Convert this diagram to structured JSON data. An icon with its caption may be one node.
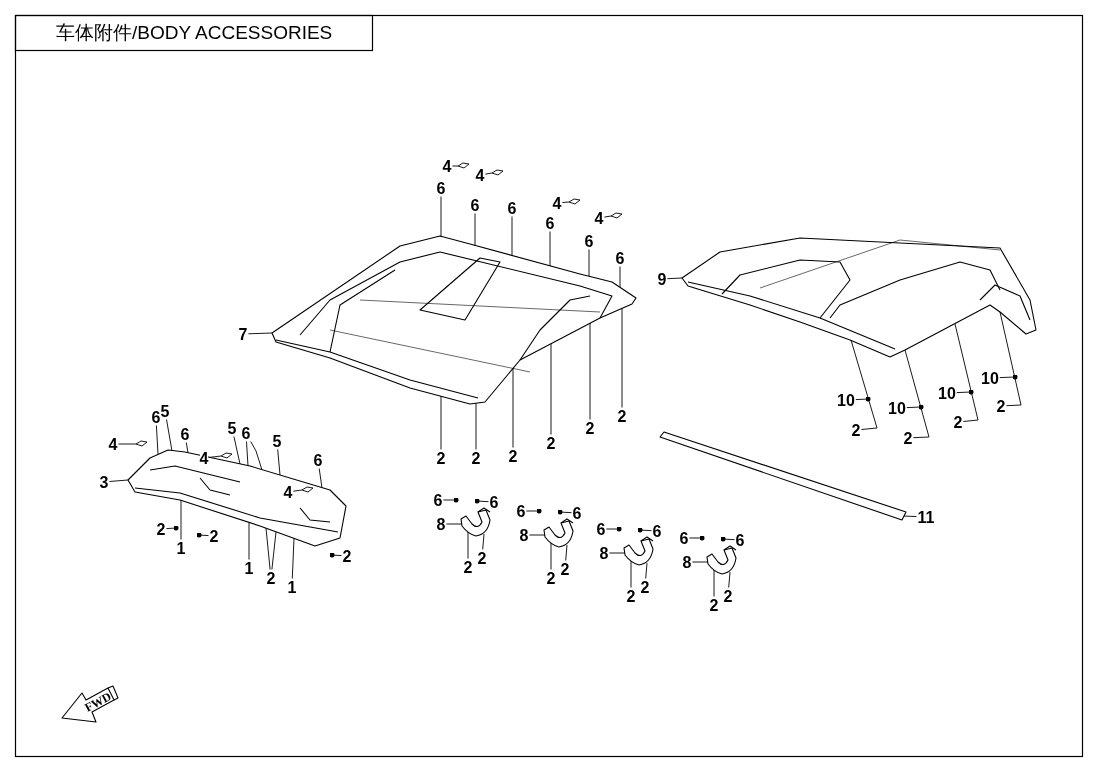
{
  "diagram": {
    "title": "车体附件/BODY ACCESSORIES",
    "nodes": [
      {
        "text": [
          "4"
        ]
      },
      {
        "text": [
          "4"
        ]
      },
      {
        "text": [
          "4"
        ]
      },
      {
        "text": [
          "4"
        ]
      },
      {
        "text": [
          "6"
        ]
      },
      {
        "text": [
          "6"
        ]
      },
      {
        "text": [
          "6"
        ]
      },
      {
        "text": [
          "6"
        ]
      },
      {
        "text": [
          "6"
        ]
      },
      {
        "text": [
          "6"
        ]
      },
      {
        "text": [
          "7"
        ]
      },
      {
        "text": [
          "2"
        ]
      },
      {
        "text": [
          "2"
        ]
      },
      {
        "text": [
          "2"
        ]
      },
      {
        "text": [
          "2"
        ]
      },
      {
        "text": [
          "2"
        ]
      },
      {
        "text": [
          "2"
        ]
      },
      {
        "text": [
          "9"
        ]
      },
      {
        "text": [
          "10"
        ]
      },
      {
        "text": [
          "2"
        ]
      },
      {
        "text": [
          "10"
        ]
      },
      {
        "text": [
          "2"
        ]
      },
      {
        "text": [
          "10"
        ]
      },
      {
        "text": [
          "2"
        ]
      },
      {
        "text": [
          "10"
        ]
      },
      {
        "text": [
          "2"
        ]
      },
      {
        "text": [
          "11"
        ]
      },
      {
        "text": [
          "6"
        ]
      },
      {
        "text": [
          "5"
        ]
      },
      {
        "text": [
          "4"
        ]
      },
      {
        "text": [
          "6"
        ]
      },
      {
        "text": [
          "5"
        ]
      },
      {
        "text": [
          "6"
        ]
      },
      {
        "text": [
          "4"
        ],
        "in": 67
      },
      {
        "text": [
          "3"
        ]
      },
      {
        "text": [
          "5"
        ]
      },
      {
        "text": [
          "6"
        ]
      },
      {
        "text": [
          "4"
        ],
        "in": 67
      },
      {
        "text": [
          "2"
        ]
      },
      {
        "text": [
          "1"
        ]
      },
      {
        "text": [
          "2"
        ]
      },
      {
        "text": [
          "1"
        ]
      },
      {
        "text": [
          "2"
        ]
      },
      {
        "text": [
          "1"
        ]
      },
      {
        "text": [
          "2"
        ]
      },
      {
        "text": [
          "6"
        ]
      },
      {
        "text": [
          "6"
        ]
      },
      {
        "text": [
          "8"
        ]
      },
      {
        "text": [
          "2"
        ]
      },
      {
        "text": [
          "2"
        ]
      },
      {
        "text": [
          "6"
        ]
      },
      {
        "text": [
          "6"
        ]
      },
      {
        "text": [
          "8"
        ]
      },
      {
        "text": [
          "2"
        ]
      },
      {
        "text": [
          "2"
        ]
      },
      {
        "text": [
          "6"
        ]
      },
      {
        "text": [
          "6"
        ]
      },
      {
        "text": [
          "8"
        ]
      },
      {
        "text": [
          "2"
        ]
      },
      {
        "text": [
          "2"
        ]
      },
      {
        "text": [
          "6"
        ]
      },
      {
        "text": [
          "6"
        ]
      },
      {
        "text": [
          "8"
        ]
      },
      {
        "text": [
          "2"
        ]
      },
      {
        "text": [
          "2"
        ]
      },
      {
        "text": [],
        "shape": "picture"
      },
      {
        "text": [],
        "shape": "picture"
      },
      {
        "text": [],
        "shape": "picture"
      },
      {
        "text": [],
        "shape": "bar"
      },
      {
        "text": [],
        "shape": "picture"
      },
      {
        "text": [],
        "shape": "picture"
      },
      {
        "text": [],
        "shape": "picture"
      },
      {
        "text": [],
        "shape": "picture"
      },
      {
        "text": [],
        "shape": "picture"
      },
      {
        "text": [],
        "shape": "picture"
      },
      {
        "text": [],
        "shape": "picture"
      },
      {
        "text": [],
        "shape": "picture"
      },
      {
        "text": [],
        "shape": "picture"
      },
      {
        "text": [],
        "shape": "picture"
      },
      {
        "text": [],
        "shape": "picture",
        "in": 67
      }
    ],
    "edges": [
      {
        "from": 0,
        "to": 73,
        "arrow": "none"
      },
      {
        "from": 1,
        "to": 74,
        "arrow": "none"
      },
      {
        "from": 2,
        "to": 75,
        "arrow": "none"
      },
      {
        "from": 3,
        "to": 76,
        "arrow": "none"
      },
      {
        "from": 4,
        "to": 65,
        "arrow": "none"
      },
      {
        "from": 5,
        "to": 65,
        "arrow": "none"
      },
      {
        "from": 6,
        "to": 65,
        "arrow": "none"
      },
      {
        "from": 7,
        "to": 65,
        "arrow": "none"
      },
      {
        "from": 8,
        "to": 65,
        "arrow": "none"
      },
      {
        "from": 9,
        "to": 65,
        "arrow": "none"
      },
      {
        "from": 10,
        "to": 65,
        "arrow": "none"
      },
      {
        "from": 11,
        "to": 65,
        "arrow": "none"
      },
      {
        "from": 12,
        "to": 65,
        "arrow": "none"
      },
      {
        "from": 13,
        "to": 65,
        "arrow": "none"
      },
      {
        "from": 14,
        "to": 65,
        "arrow": "none"
      },
      {
        "from": 15,
        "to": 65,
        "arrow": "none"
      },
      {
        "from": 16,
        "to": 65,
        "arrow": "none"
      },
      {
        "from": 17,
        "to": 66,
        "arrow": "none"
      },
      {
        "from": 18,
        "to": null,
        "arrow": "other"
      },
      {
        "from": 19,
        "to": 66,
        "arrow": "none"
      },
      {
        "from": 20,
        "to": null,
        "arrow": "other"
      },
      {
        "from": 21,
        "to": 66,
        "arrow": "none"
      },
      {
        "from": 22,
        "to": null,
        "arrow": "other"
      },
      {
        "from": 23,
        "to": 66,
        "arrow": "none"
      },
      {
        "from": 24,
        "to": null,
        "arrow": "other"
      },
      {
        "from": 25,
        "to": 66,
        "arrow": "none"
      },
      {
        "from": 26,
        "to": 68,
        "arrow": "none"
      },
      {
        "from": 27,
        "to": 67,
        "arrow": "none"
      },
      {
        "from": 28,
        "to": 67,
        "arrow": "none"
      },
      {
        "from": 29,
        "to": 77,
        "arrow": "none"
      },
      {
        "from": 30,
        "to": 67,
        "arrow": "none"
      },
      {
        "from": 31,
        "to": 67,
        "arrow": "none"
      },
      {
        "from": 32,
        "to": 67,
        "arrow": "none"
      },
      {
        "from": 32,
        "to": 67,
        "arrow": "none"
      },
      {
        "from": 33,
        "to": 78,
        "arrow": "none"
      },
      {
        "from": 34,
        "to": 67,
        "arrow": "none"
      },
      {
        "from": 35,
        "to": 67,
        "arrow": "none"
      },
      {
        "from": 36,
        "to": 67,
        "arrow": "none"
      },
      {
        "from": 37,
        "to": 79,
        "arrow": "none"
      },
      {
        "from": 38,
        "to": null,
        "arrow": "other"
      },
      {
        "from": 39,
        "to": 67,
        "arrow": "none"
      },
      {
        "from": 40,
        "to": null,
        "arrow": "other"
      },
      {
        "from": 41,
        "to": 67,
        "arrow": "none"
      },
      {
        "from": 42,
        "to": 67,
        "arrow": "none"
      },
      {
        "from": 42,
        "to": 67,
        "arrow": "none"
      },
      {
        "from": 43,
        "to": 67,
        "arrow": "none"
      },
      {
        "from": 44,
        "to": null,
        "arrow": "other"
      },
      {
        "from": 45,
        "to": null,
        "arrow": "other"
      },
      {
        "from": 46,
        "to": null,
        "arrow": "other"
      },
      {
        "from": 47,
        "to": 69,
        "arrow": "none"
      },
      {
        "from": 48,
        "to": 69,
        "arrow": "none"
      },
      {
        "from": 49,
        "to": 69,
        "arrow": "none"
      },
      {
        "from": 50,
        "to": null,
        "arrow": "other"
      },
      {
        "from": 51,
        "to": null,
        "arrow": "other"
      },
      {
        "from": 52,
        "to": 70,
        "arrow": "none"
      },
      {
        "from": 53,
        "to": 70,
        "arrow": "none"
      },
      {
        "from": 54,
        "to": 70,
        "arrow": "none"
      },
      {
        "from": 55,
        "to": null,
        "arrow": "other"
      },
      {
        "from": 56,
        "to": null,
        "arrow": "other"
      },
      {
        "from": 57,
        "to": 71,
        "arrow": "none"
      },
      {
        "from": 58,
        "to": 71,
        "arrow": "none"
      },
      {
        "from": 59,
        "to": 71,
        "arrow": "none"
      },
      {
        "from": 60,
        "to": null,
        "arrow": "other"
      },
      {
        "from": 61,
        "to": null,
        "arrow": "other"
      },
      {
        "from": 62,
        "to": 72,
        "arrow": "none"
      },
      {
        "from": 63,
        "to": 72,
        "arrow": "none"
      },
      {
        "from": 64,
        "to": 72,
        "arrow": "none"
      }
    ],
    "labels": [
      "FWD"
    ]
  }
}
